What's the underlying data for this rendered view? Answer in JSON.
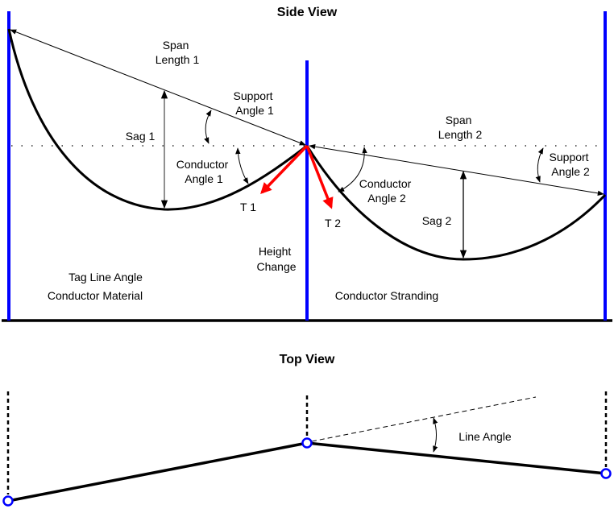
{
  "side_view": {
    "title": "Side View",
    "labels": {
      "span_length_1": [
        "Span",
        "Length 1"
      ],
      "support_angle_1": [
        "Support",
        "Angle 1"
      ],
      "sag_1": "Sag 1",
      "conductor_angle_1": [
        "Conductor",
        "Angle 1"
      ],
      "t1": "T 1",
      "t2": "T 2",
      "height_change": [
        "Height",
        "Change"
      ],
      "span_length_2": [
        "Span",
        "Length 2"
      ],
      "support_angle_2": [
        "Support",
        "Angle 2"
      ],
      "conductor_angle_2": [
        "Conductor",
        "Angle 2"
      ],
      "sag_2": "Sag 2",
      "tag_line_angle": "Tag Line Angle",
      "conductor_material": "Conductor Material",
      "conductor_stranding": "Conductor Stranding"
    }
  },
  "top_view": {
    "title": "Top View",
    "labels": {
      "line_angle": "Line Angle"
    }
  },
  "colors": {
    "pole": "#0000ff",
    "tension": "#ff0000",
    "conductor": "#000000",
    "node_stroke": "#0000ff"
  }
}
